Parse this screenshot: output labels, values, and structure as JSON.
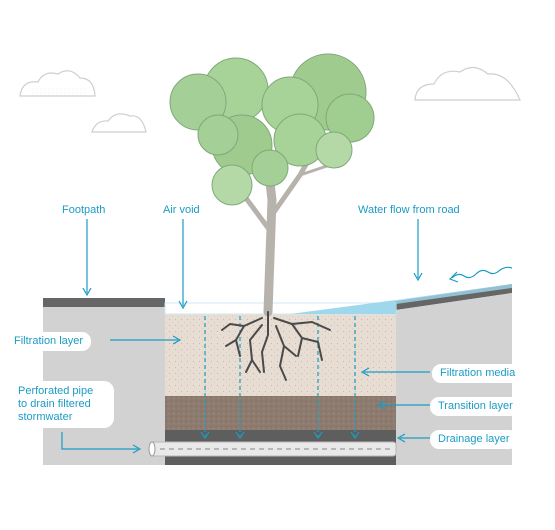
{
  "labels": {
    "footpath": "Footpath",
    "air_void": "Air void",
    "water_flow": "Water flow from road",
    "filtration_layer": "Filtration layer",
    "filtration_media": "Filtration media",
    "transition_layer": "Transition layer",
    "drainage_layer": "Drainage layer",
    "perforated_pipe": [
      "Perforated pipe",
      "to drain filtered",
      "stormwater"
    ]
  },
  "colors": {
    "label_accent": "#1b9cc4",
    "filtration_media": "#e8ddd3",
    "transition_layer": "#8c7b6e",
    "drainage_layer": "#d6d6d6",
    "water": "#9fd8ec",
    "tree_foliage": "#9fcc8e",
    "tree_trunk": "#b8b2ad",
    "footpath_surface": "#666666",
    "side_wall": "#d2d2d2"
  }
}
